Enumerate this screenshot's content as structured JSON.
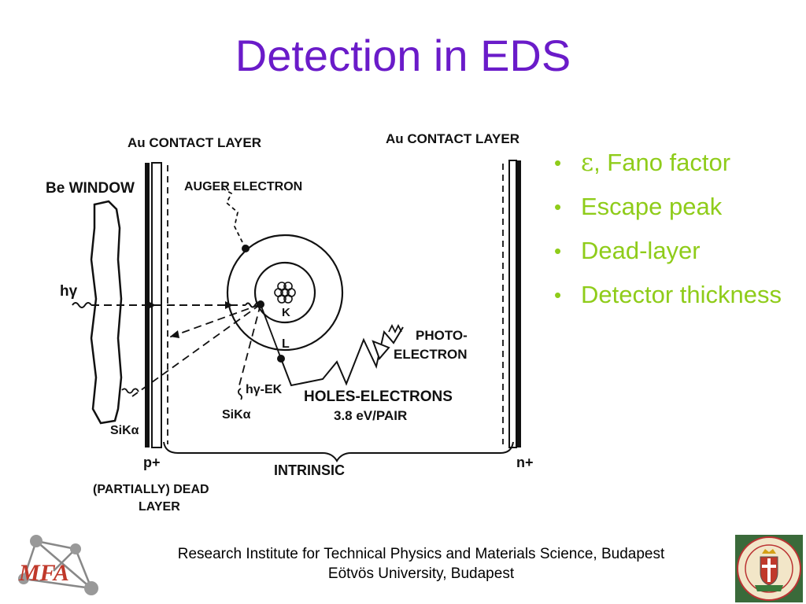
{
  "slide": {
    "title": "Detection in EDS"
  },
  "diagram": {
    "labels": {
      "au_contact_left": "Au CONTACT LAYER",
      "au_contact_right": "Au CONTACT LAYER",
      "be_window": "Be WINDOW",
      "auger": "AUGER ELECTRON",
      "hgamma": "hγ",
      "k_shell": "K",
      "l_shell": "L",
      "photo1": "PHOTO-",
      "photo2": "ELECTRON",
      "hg_ek": "hγ-EK",
      "holes1": "HOLES-ELECTRONS",
      "holes2": "3.8 eV/PAIR",
      "sika_left": "SiKα",
      "sika_mid": "SiKα",
      "p_plus": "p+",
      "n_plus": "n+",
      "intrinsic": "INTRINSIC",
      "dead1": "(PARTIALLY) DEAD",
      "dead2": "LAYER"
    }
  },
  "bullets": {
    "b1_symbol": "ε",
    "b1_text": ", Fano factor",
    "b2": "Escape peak",
    "b3": "Dead-layer",
    "b4": "Detector thickness"
  },
  "footer": {
    "line1": "Research Institute for Technical Physics and Materials Science, Budapest",
    "line2": "Eötvös University, Budapest"
  },
  "logos": {
    "left_text": "MFA"
  },
  "colors": {
    "title": "#6a1bc9",
    "bullet": "#8fcc1a",
    "logo_red": "#c0392b"
  }
}
